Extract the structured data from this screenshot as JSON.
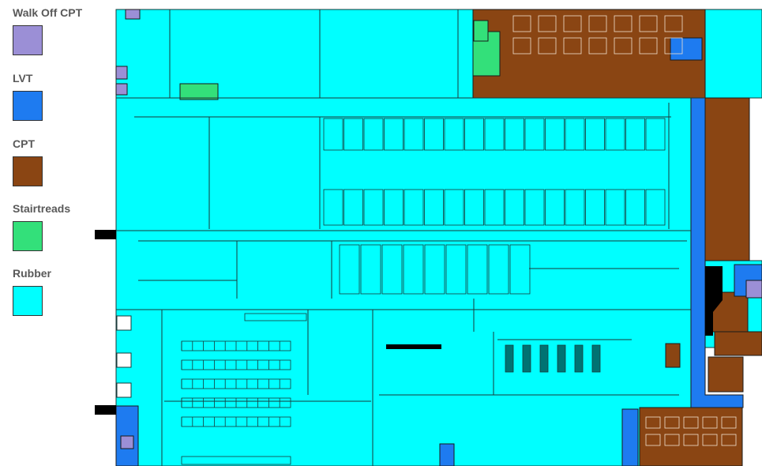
{
  "legend": {
    "items": [
      {
        "label": "Walk Off CPT",
        "color": "#9b8fd6"
      },
      {
        "label": "LVT",
        "color": "#1e7bf0"
      },
      {
        "label": "CPT",
        "color": "#8a4513"
      },
      {
        "label": "Stairtreads",
        "color": "#33e07a"
      },
      {
        "label": "Rubber",
        "color": "#00ffff"
      }
    ]
  },
  "colors": {
    "rubber": "#00ffff",
    "cpt": "#8a4513",
    "lvt": "#1e7bf0",
    "walkoff": "#9b8fd6",
    "stairtreads": "#33e07a",
    "lines": "#1a3a3a",
    "entrance": "#000000"
  }
}
